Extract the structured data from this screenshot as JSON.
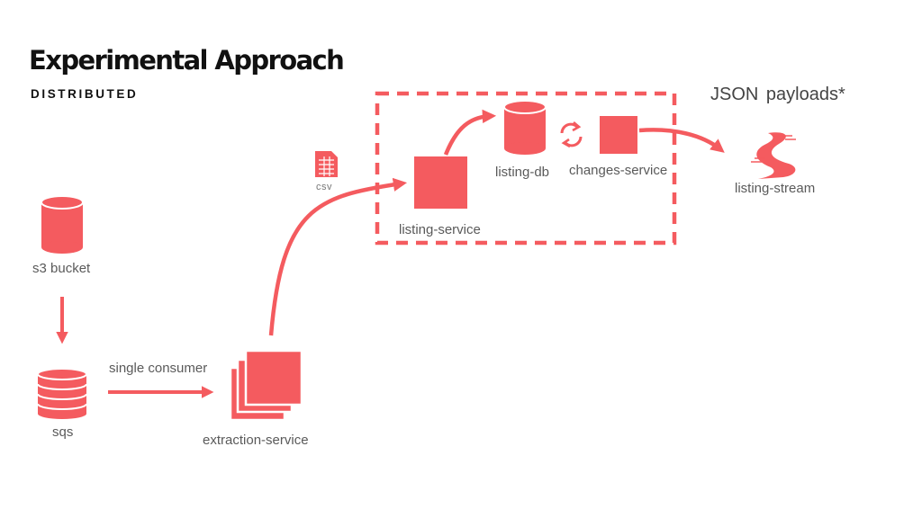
{
  "header": {
    "title": "Experimental Approach",
    "subtitle": "DISTRIBUTED"
  },
  "nodes": {
    "s3_bucket": "s3 bucket",
    "sqs": "sqs",
    "extraction_service": "extraction-service",
    "listing_service": "listing-service",
    "listing_db": "listing-db",
    "changes_service": "changes-service",
    "listing_stream": "listing-stream"
  },
  "annotations": {
    "single_consumer": "single consumer",
    "csv": "csv",
    "json_payloads": "JSON payloads*"
  },
  "colors": {
    "accent": "#f45b5f",
    "text": "#5a5a5a",
    "title": "#111111"
  }
}
